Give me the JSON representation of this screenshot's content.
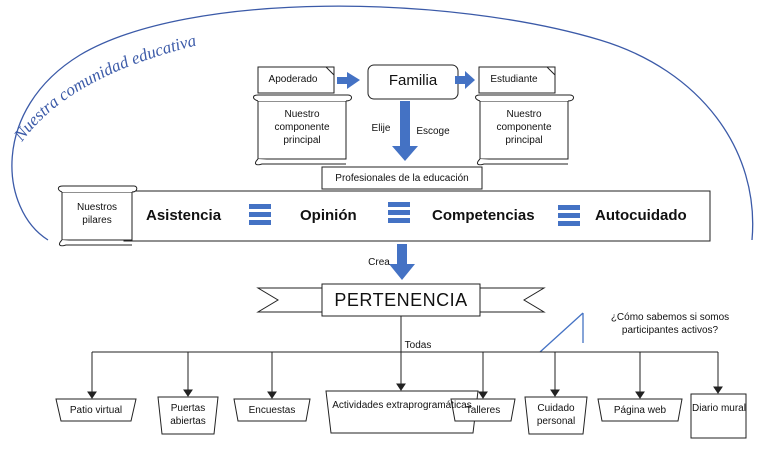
{
  "arc_label": "Nuestra comunidad educativa",
  "center_node": "Familia",
  "left_node": "Apoderado",
  "right_node": "Estudiante",
  "left_scroll": "Nuestro componente principal",
  "right_scroll": "Nuestro componente principal",
  "arrow_elije": "Elije",
  "arrow_escoge": "Escoge",
  "professionals": "Profesionales de la educación",
  "pillars_label": "Nuestros pilares",
  "pillars": [
    "Asistencia",
    "Opinión",
    "Competencias",
    "Autocuidado"
  ],
  "crea_label": "Crea",
  "banner": "PERTENENCIA",
  "question": "¿Cómo sabemos si somos participantes activos?",
  "todas_label": "Todas",
  "leaves": [
    "Patio virtual",
    "Puertas abiertas",
    "Encuestas",
    "Actividades extraprogramáticas",
    "Talleres",
    "Cuidado personal",
    "Página web",
    "Diario mural"
  ],
  "colors": {
    "arc": "#3b5aa8",
    "arrow": "#4472c4",
    "equal": "#4472c4",
    "stroke": "#222222"
  }
}
